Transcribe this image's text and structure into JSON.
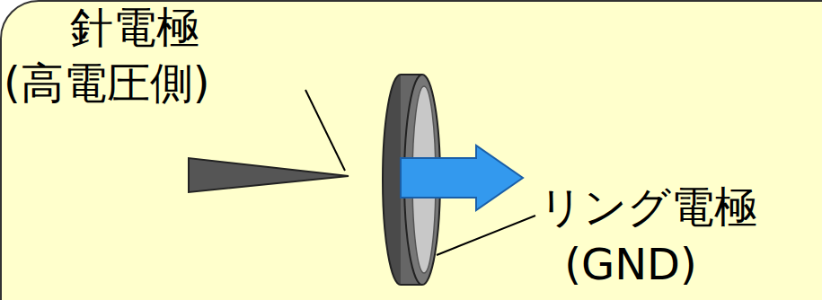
{
  "diagram": {
    "labels": [
      "針電極",
      "(高電圧側)",
      "リング電極",
      "(GND)"
    ]
  }
}
